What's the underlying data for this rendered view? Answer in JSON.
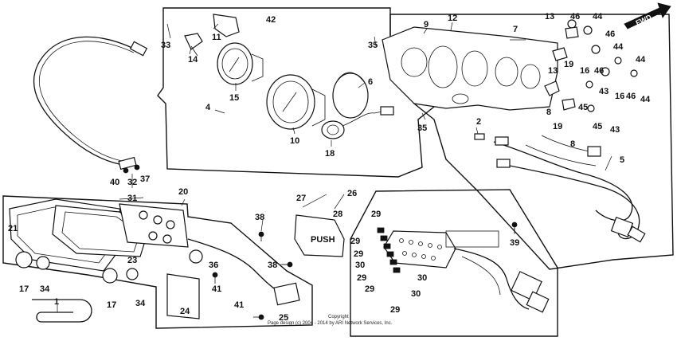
{
  "diagram": {
    "background": "#ffffff",
    "ink": "#111111",
    "direction_indicator": "FWD",
    "copyright_lines": [
      "Copyright",
      "Page design (c) 2004 - 2014 by ARI Network Services, Inc."
    ],
    "callouts": {
      "c1": "1",
      "c2": "2",
      "c4": "4",
      "c5": "5",
      "c6": "6",
      "c7": "7",
      "c8a": "8",
      "c8b": "8",
      "c9": "9",
      "c10": "10",
      "c11": "11",
      "c12": "12",
      "c13a": "13",
      "c13b": "13",
      "c14": "14",
      "c15": "15",
      "c16a": "16",
      "c16b": "16",
      "c17a": "17",
      "c17b": "17",
      "c18": "18",
      "c19a": "19",
      "c19b": "19",
      "c20": "20",
      "c21": "21",
      "c23": "23",
      "c24": "24",
      "c25": "25",
      "c26": "26",
      "c27": "27",
      "c28": "28",
      "c29a": "29",
      "c29b": "29",
      "c29c": "29",
      "c29d": "29",
      "c29e": "29",
      "c29f": "29",
      "c30a": "30",
      "c30b": "30",
      "c30c": "30",
      "c31": "31",
      "c32": "32",
      "c33": "33",
      "c34a": "34",
      "c34b": "34",
      "c35a": "35",
      "c35b": "35",
      "c36": "36",
      "c37": "37",
      "c38a": "38",
      "c38b": "38",
      "c39": "39",
      "c40": "40",
      "c41a": "41",
      "c41b": "41",
      "c42": "42",
      "c43a": "43",
      "c43b": "43",
      "c44a": "44",
      "c44b": "44",
      "c44c": "44",
      "c44d": "44",
      "c45a": "45",
      "c45b": "45",
      "c46a": "46",
      "c46b": "46",
      "c46c": "46",
      "c46d": "46"
    }
  }
}
